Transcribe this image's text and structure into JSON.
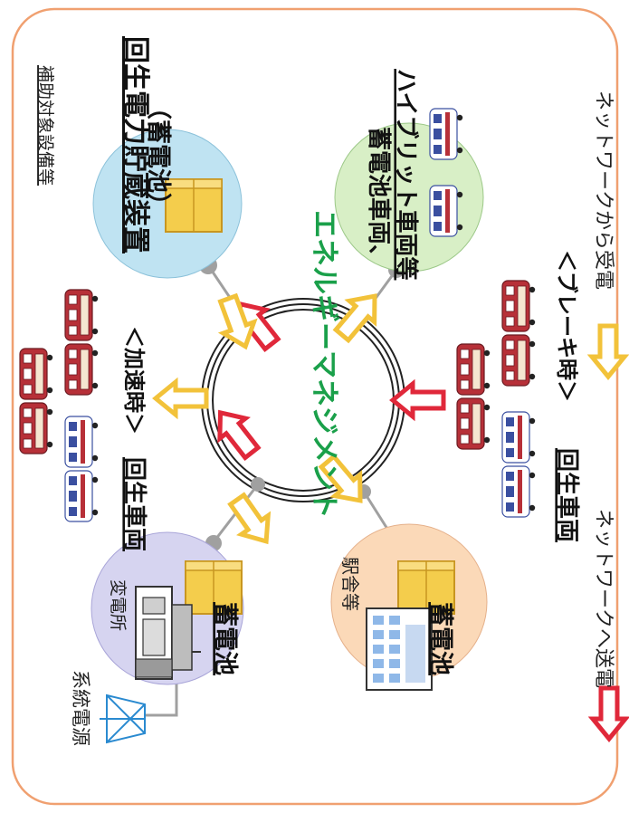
{
  "colors": {
    "frame": "#f0a070",
    "send_arrow": "#e0283a",
    "receive_arrow": "#f2c23a",
    "title_green": "#1aa04a",
    "battery_fill": "#f4cd4c",
    "battery_stroke": "#c89620",
    "circle_blue": "#bfe3f2",
    "circle_green": "#d8efc6",
    "circle_orange": "#fbd9b8",
    "circle_purple": "#d6d4f0",
    "train_red": "#b73038",
    "train_blue": "#3a4fa0"
  },
  "labels": {
    "subsidy_equipment": "補助対象設備等",
    "regen_storage_main": "回生電力貯蔵装置",
    "regen_storage_paren": "（蓄電池）",
    "battery_hybrid_line1": "蓄電池車両、",
    "battery_hybrid_line2": "ハイブリット車両等",
    "energy_management": "エネルギーマネジメント",
    "regen_accel_main": "回生車両",
    "regen_accel_sub": "＜加速時＞",
    "regen_brake_main": "回生車両",
    "regen_brake_sub": "＜ブレーキ時＞",
    "grid_power": "系統電源",
    "substation": "変電所",
    "battery_left": "蓄電池",
    "station_etc": "駅舎等",
    "battery_bottom": "蓄電池"
  },
  "legend": {
    "send": "ネットワークへ送電",
    "receive": "ネットワークから受電"
  }
}
